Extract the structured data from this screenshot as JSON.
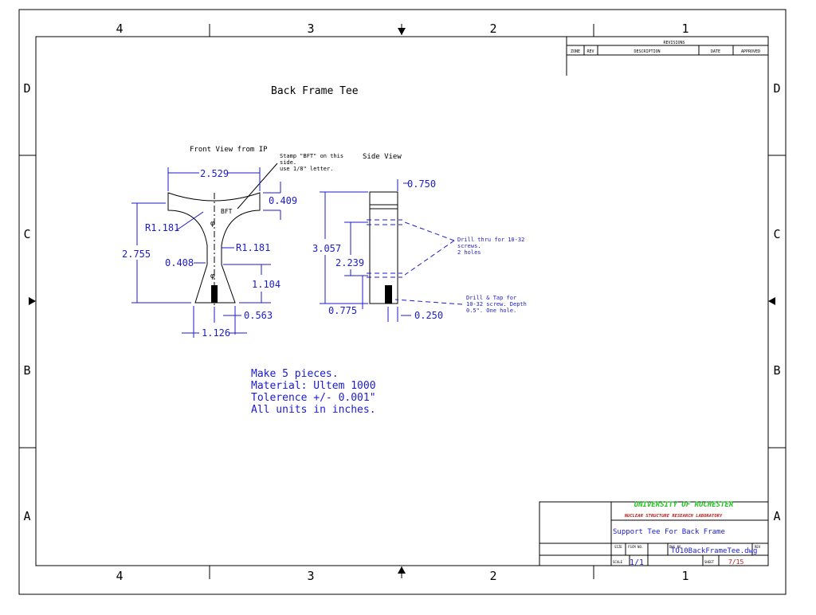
{
  "border": {
    "cols_top": [
      "4",
      "3",
      "2",
      "1"
    ],
    "cols_bottom": [
      "4",
      "3",
      "2",
      "1"
    ],
    "rows_left": [
      "D",
      "C",
      "B",
      "A"
    ],
    "rows_right": [
      "D",
      "C",
      "B",
      "A"
    ]
  },
  "revisions": {
    "title": "REVISIONS",
    "headers": [
      "ZONE",
      "REV",
      "DESCRIPTION",
      "DATE",
      "APPROVED"
    ]
  },
  "drawing": {
    "title": "Back Frame Tee",
    "front_view_label": "Front View from IP",
    "side_view_label": "Side View",
    "stamp_note": [
      "Stamp \"BFT\" on this",
      "side.",
      "use 1/8\" letter."
    ],
    "stamp_text": "BFT",
    "front_dims": {
      "top_width": "2.529",
      "top_thickness": "0.409",
      "radius_left": "R1.181",
      "radius_right": "R1.181",
      "height": "2.755",
      "neck": "0.408",
      "lower_height": "1.104",
      "base_half": "0.563",
      "base_width": "1.126"
    },
    "side_dims": {
      "width": "0.750",
      "height": "3.057",
      "hole_spacing": "2.239",
      "bottom_offset": "0.775",
      "tap_offset": "0.250"
    },
    "note_drill": [
      "Drill thru for 10-32",
      "screws.",
      "2 holes"
    ],
    "note_tap": [
      "Drill & Tap for",
      "10-32 screw. Depth",
      "0.5\". One hole."
    ],
    "general_notes": [
      "Make 5 pieces.",
      "Material: Ultem 1000",
      "Tolerence +/- 0.001\"",
      "All units in inches."
    ]
  },
  "title_block": {
    "university": "UNIVERSITY OF ROCHESTER",
    "lab": "NUCLEAR STRUCTURE RESEARCH LABORATORY",
    "part_title": "Support Tee For Back Frame",
    "size_label": "SIZE",
    "fscm_label": "FSCM NO.",
    "dwg_no_label": "DWG NO.",
    "rev_label": "REV",
    "dwg_no": "TO10BackFrameTee.dwg",
    "scale_label": "SCALE",
    "scale": "1/1",
    "sheet_label": "SHEET",
    "sheet": "7/15"
  },
  "colors": {
    "line": "#000000",
    "dimension": "#1b1bd0",
    "university": "#22c422",
    "lab": "#c01818"
  }
}
